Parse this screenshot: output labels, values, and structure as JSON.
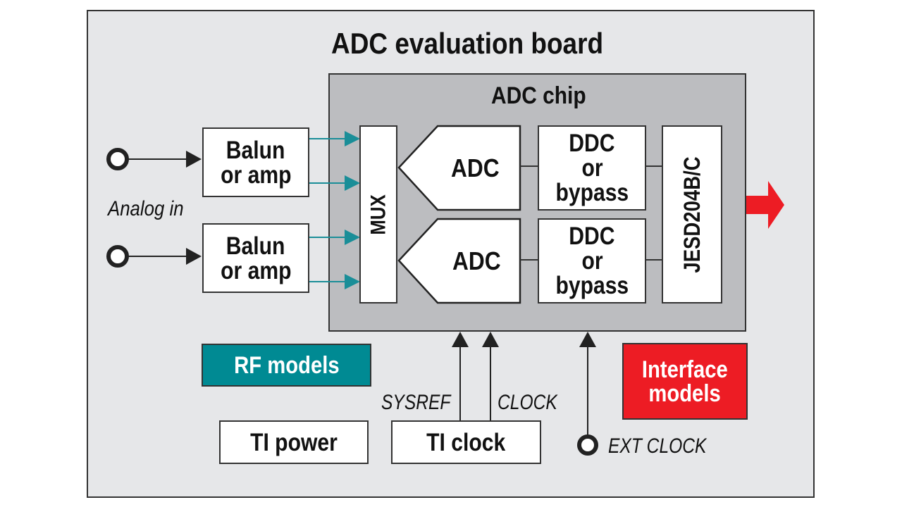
{
  "diagram": {
    "title": "ADC evaluation board",
    "chip_title": "ADC chip",
    "inputs": {
      "label": "Analog in",
      "balun_1": {
        "line1": "Balun",
        "line2": "or amp"
      },
      "balun_2": {
        "line1": "Balun",
        "line2": "or amp"
      }
    },
    "mux_label": "MUX",
    "adc_1": "ADC",
    "adc_2": "ADC",
    "ddc_1": {
      "line1": "DDC",
      "line2": "or",
      "line3": "bypass"
    },
    "ddc_2": {
      "line1": "DDC",
      "line2": "or",
      "line3": "bypass"
    },
    "jesd_label": "JESD204B/C",
    "rf_models": "RF models",
    "interface_models": {
      "line1": "Interface",
      "line2": "models"
    },
    "ti_power": "TI power",
    "ti_clock": "TI clock",
    "sysref_label": "SYSREF",
    "clock_label": "CLOCK",
    "ext_clock_label": "EXT CLOCK",
    "colors": {
      "board_bg": "#e6e7e9",
      "chip_bg": "#bcbdc0",
      "teal": "#008a93",
      "red": "#ed1c24",
      "outline": "#333333"
    }
  }
}
